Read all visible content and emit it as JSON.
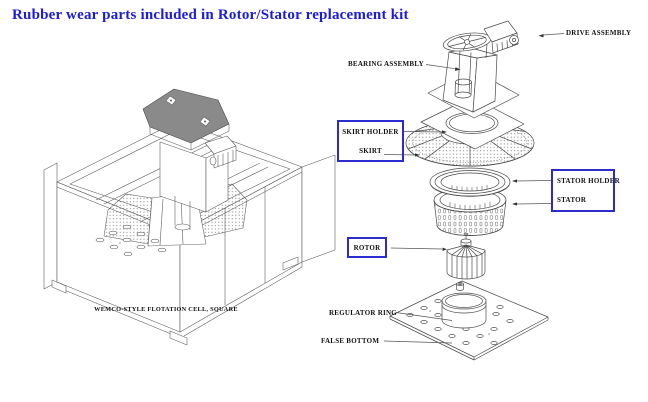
{
  "page": {
    "title": "Rubber wear parts included in Rotor/Stator replacement kit"
  },
  "left_figure": {
    "caption": "WEMCO-STYLE FLOTATION CELL, SQUARE"
  },
  "exploded_view": {
    "labels": {
      "drive_assembly": "DRIVE ASSEMBLY",
      "bearing_assembly": "BEARING ASSEMBLY",
      "skirt_holder": "SKIRT HOLDER",
      "skirt": "SKIRT",
      "stator_holder": "STATOR HOLDER",
      "stator": "STATOR",
      "rotor": "ROTOR",
      "regulator_ring": "REGULATOR RING",
      "false_bottom": "FALSE BOTTOM"
    }
  },
  "colors": {
    "title_text": "#1b1be0",
    "highlight_box_border": "#2b2bd0",
    "drawing_line": "#4a4a4a"
  }
}
